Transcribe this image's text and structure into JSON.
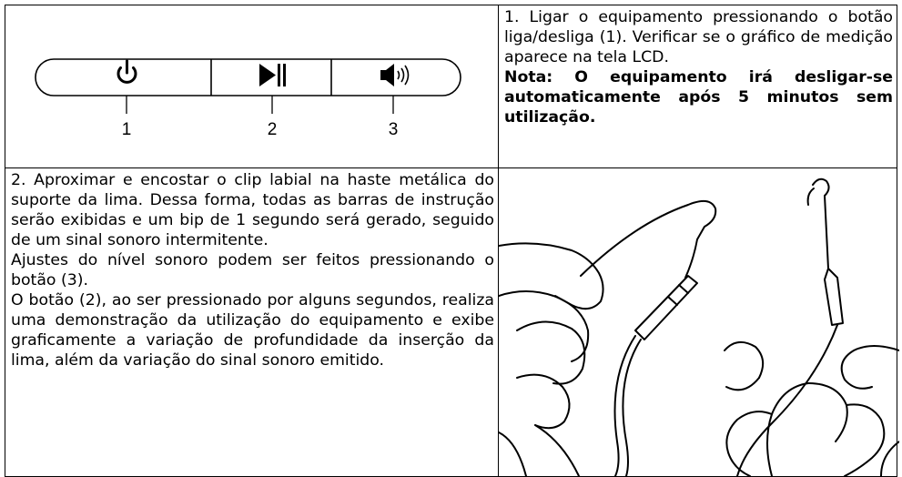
{
  "buttons_figure": {
    "labels": [
      "1",
      "2",
      "3"
    ],
    "icons": [
      "power-icon",
      "play-pause-icon",
      "speaker-volume-icon"
    ]
  },
  "step1": {
    "text": "1. Ligar o equipamento pressionando o botão liga/desliga (1). Verificar se o gráfico de medição aparece na tela LCD.",
    "note": "Nota: O equipamento irá desligar-se automaticamente após 5 minutos sem utilização."
  },
  "step2": {
    "paragraphs": [
      "2. Aproximar e encostar o clip labial na haste metálica do suporte da lima. Dessa forma, todas as barras de instrução serão exibidas e um bip de 1 segundo será gerado, seguido de um sinal sonoro intermitente.",
      "Ajustes do nível sonoro podem ser feitos pressionando o botão (3).",
      "O botão (2), ao ser pressionado por alguns segundos, realiza uma demonstração da utilização do equipamento e exibe graficamente a variação de profundidade da inserção da lima, além da variação do sinal sonoro emitido."
    ]
  },
  "illustration": {
    "icon": "hands-clip-file-holder-illustration"
  }
}
